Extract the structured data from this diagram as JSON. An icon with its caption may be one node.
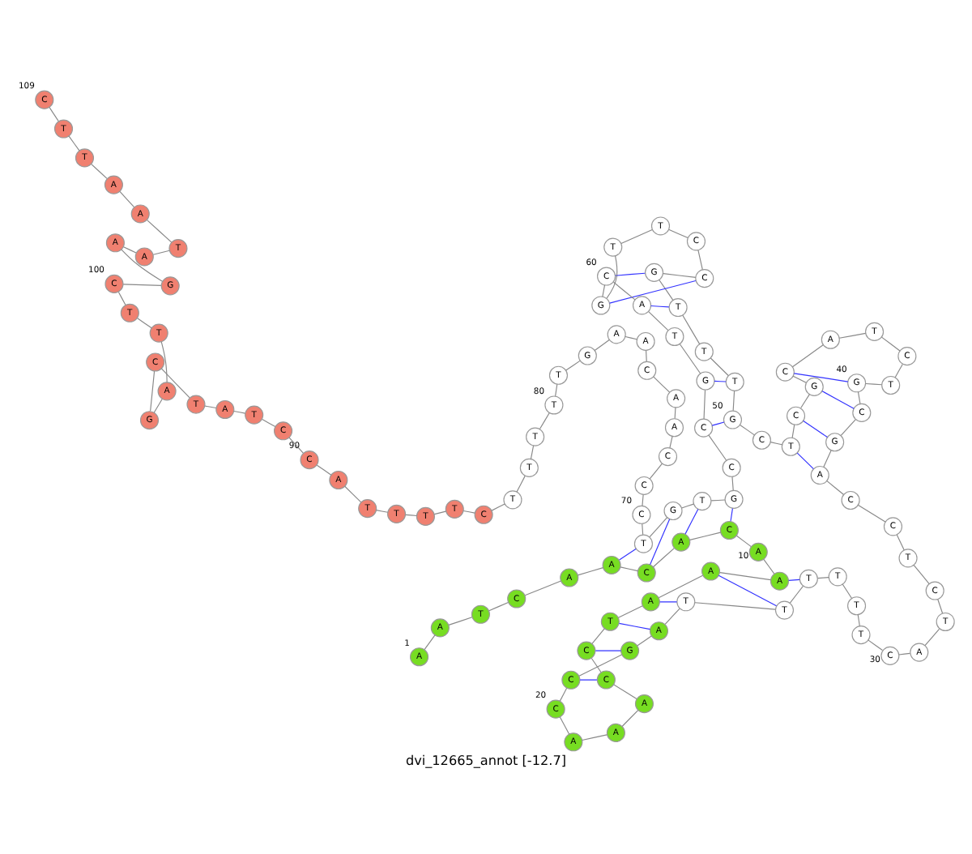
{
  "diagram": {
    "caption": "dvi_12665_annot [-12.7]",
    "nodes": [
      {
        "text": [
          "A"
        ],
        "beside": [
          "1"
        ]
      },
      {
        "text": [
          "A"
        ]
      },
      {
        "text": [
          "T"
        ]
      },
      {
        "text": [
          "C"
        ]
      },
      {
        "text": [
          "A"
        ]
      },
      {
        "text": [
          "A"
        ]
      },
      {
        "text": [
          "C"
        ]
      },
      {
        "text": [
          "A"
        ]
      },
      {
        "text": [
          "C"
        ]
      },
      {
        "text": [
          "A"
        ],
        "beside": [
          "10"
        ]
      },
      {
        "text": [
          "A"
        ]
      },
      {
        "text": [
          "A"
        ]
      },
      {
        "text": [
          "A"
        ]
      },
      {
        "text": [
          "T"
        ]
      },
      {
        "text": [
          "C"
        ]
      },
      {
        "text": [
          "C"
        ]
      },
      {
        "text": [
          "A"
        ]
      },
      {
        "text": [
          "A"
        ]
      },
      {
        "text": [
          "A"
        ]
      },
      {
        "text": [
          "C"
        ],
        "beside": [
          "20"
        ]
      },
      {
        "text": [
          "C"
        ]
      },
      {
        "text": [
          "G"
        ]
      },
      {
        "text": [
          "A"
        ]
      },
      {
        "text": [
          "T"
        ]
      },
      {
        "text": [
          "T"
        ]
      },
      {
        "text": [
          "T"
        ]
      },
      {
        "text": [
          "T"
        ]
      },
      {
        "text": [
          "T"
        ]
      },
      {
        "text": [
          "T"
        ]
      },
      {
        "text": [
          "C"
        ],
        "beside": [
          "30"
        ]
      },
      {
        "text": [
          "A"
        ]
      },
      {
        "text": [
          "T"
        ]
      },
      {
        "text": [
          "C"
        ]
      },
      {
        "text": [
          "T"
        ]
      },
      {
        "text": [
          "C"
        ]
      },
      {
        "text": [
          "C"
        ]
      },
      {
        "text": [
          "A"
        ]
      },
      {
        "text": [
          "G"
        ]
      },
      {
        "text": [
          "C"
        ]
      },
      {
        "text": [
          "G"
        ],
        "beside": [
          "40"
        ]
      },
      {
        "text": [
          "T"
        ]
      },
      {
        "text": [
          "C"
        ]
      },
      {
        "text": [
          "T"
        ]
      },
      {
        "text": [
          "A"
        ]
      },
      {
        "text": [
          "C"
        ]
      },
      {
        "text": [
          "G"
        ]
      },
      {
        "text": [
          "C"
        ]
      },
      {
        "text": [
          "T"
        ]
      },
      {
        "text": [
          "C"
        ]
      },
      {
        "text": [
          "G"
        ],
        "beside": [
          "50"
        ]
      },
      {
        "text": [
          "T"
        ]
      },
      {
        "text": [
          "T"
        ]
      },
      {
        "text": [
          "T"
        ]
      },
      {
        "text": [
          "G"
        ]
      },
      {
        "text": [
          "C"
        ]
      },
      {
        "text": [
          "C"
        ]
      },
      {
        "text": [
          "T"
        ]
      },
      {
        "text": [
          "T"
        ]
      },
      {
        "text": [
          "G"
        ]
      },
      {
        "text": [
          "C"
        ],
        "beside": [
          "60"
        ]
      },
      {
        "text": [
          "A"
        ]
      },
      {
        "text": [
          "T"
        ]
      },
      {
        "text": [
          "G"
        ]
      },
      {
        "text": [
          "C"
        ]
      },
      {
        "text": [
          "C"
        ]
      },
      {
        "text": [
          "G"
        ]
      },
      {
        "text": [
          "T"
        ]
      },
      {
        "text": [
          "G"
        ]
      },
      {
        "text": [
          "T"
        ]
      },
      {
        "text": [
          "C"
        ],
        "beside": [
          "70"
        ]
      },
      {
        "text": [
          "C"
        ]
      },
      {
        "text": [
          "C"
        ]
      },
      {
        "text": [
          "A"
        ]
      },
      {
        "text": [
          "A"
        ]
      },
      {
        "text": [
          "C"
        ]
      },
      {
        "text": [
          "A"
        ]
      },
      {
        "text": [
          "A"
        ]
      },
      {
        "text": [
          "G"
        ]
      },
      {
        "text": [
          "T"
        ]
      },
      {
        "text": [
          "T"
        ],
        "beside": [
          "80"
        ]
      },
      {
        "text": [
          "T"
        ]
      },
      {
        "text": [
          "T"
        ]
      },
      {
        "text": [
          "T"
        ]
      },
      {
        "text": [
          "C"
        ]
      },
      {
        "text": [
          "T"
        ]
      },
      {
        "text": [
          "T"
        ]
      },
      {
        "text": [
          "T"
        ]
      },
      {
        "text": [
          "T"
        ]
      },
      {
        "text": [
          "A"
        ]
      },
      {
        "text": [
          "C"
        ],
        "beside": [
          "90"
        ]
      },
      {
        "text": [
          "C"
        ]
      },
      {
        "text": [
          "T"
        ]
      },
      {
        "text": [
          "A"
        ]
      },
      {
        "text": [
          "T"
        ]
      },
      {
        "text": [
          "C"
        ]
      },
      {
        "text": [
          "G"
        ]
      },
      {
        "text": [
          "A"
        ]
      },
      {
        "text": [
          "T"
        ]
      },
      {
        "text": [
          "T"
        ]
      },
      {
        "text": [
          "C"
        ],
        "beside": [
          "100"
        ]
      },
      {
        "text": [
          "G"
        ]
      },
      {
        "text": [
          "A"
        ]
      },
      {
        "text": [
          "A"
        ]
      },
      {
        "text": [
          "T"
        ]
      },
      {
        "text": [
          "A"
        ]
      },
      {
        "text": [
          "A"
        ]
      },
      {
        "text": [
          "T"
        ]
      },
      {
        "text": [
          "T"
        ]
      },
      {
        "text": [
          "C"
        ],
        "beside": [
          "109"
        ]
      }
    ],
    "edges": [
      {
        "from": 0,
        "to": 1,
        "arrow": "none"
      },
      {
        "from": 1,
        "to": 2,
        "arrow": "none"
      },
      {
        "from": 2,
        "to": 3,
        "arrow": "none"
      },
      {
        "from": 3,
        "to": 4,
        "arrow": "none"
      },
      {
        "from": 4,
        "to": 5,
        "arrow": "none"
      },
      {
        "from": 5,
        "to": 6,
        "arrow": "none"
      },
      {
        "from": 6,
        "to": 7,
        "arrow": "none"
      },
      {
        "from": 7,
        "to": 8,
        "arrow": "none"
      },
      {
        "from": 8,
        "to": 9,
        "arrow": "none"
      },
      {
        "from": 9,
        "to": 10,
        "arrow": "none"
      },
      {
        "from": 10,
        "to": 11,
        "arrow": "none"
      },
      {
        "from": 11,
        "to": 12,
        "arrow": "none"
      },
      {
        "from": 12,
        "to": 13,
        "arrow": "none"
      },
      {
        "from": 13,
        "to": 14,
        "arrow": "none"
      },
      {
        "from": 14,
        "to": 15,
        "arrow": "none"
      },
      {
        "from": 15,
        "to": 16,
        "arrow": "none"
      },
      {
        "from": 16,
        "to": 17,
        "arrow": "none"
      },
      {
        "from": 17,
        "to": 18,
        "arrow": "none"
      },
      {
        "from": 18,
        "to": 19,
        "arrow": "none"
      },
      {
        "from": 19,
        "to": 20,
        "arrow": "none"
      },
      {
        "from": 20,
        "to": 21,
        "arrow": "none"
      },
      {
        "from": 21,
        "to": 22,
        "arrow": "none"
      },
      {
        "from": 22,
        "to": 23,
        "arrow": "none"
      },
      {
        "from": 23,
        "to": 24,
        "arrow": "none"
      },
      {
        "from": 24,
        "to": 25,
        "arrow": "none"
      },
      {
        "from": 25,
        "to": 26,
        "arrow": "none"
      },
      {
        "from": 26,
        "to": 27,
        "arrow": "none"
      },
      {
        "from": 27,
        "to": 28,
        "arrow": "none"
      },
      {
        "from": 28,
        "to": 29,
        "arrow": "none"
      },
      {
        "from": 29,
        "to": 30,
        "arrow": "none"
      },
      {
        "from": 30,
        "to": 31,
        "arrow": "none"
      },
      {
        "from": 31,
        "to": 32,
        "arrow": "none"
      },
      {
        "from": 32,
        "to": 33,
        "arrow": "none"
      },
      {
        "from": 33,
        "to": 34,
        "arrow": "none"
      },
      {
        "from": 34,
        "to": 35,
        "arrow": "none"
      },
      {
        "from": 35,
        "to": 36,
        "arrow": "none"
      },
      {
        "from": 36,
        "to": 37,
        "arrow": "none"
      },
      {
        "from": 37,
        "to": 38,
        "arrow": "none"
      },
      {
        "from": 38,
        "to": 39,
        "arrow": "none"
      },
      {
        "from": 39,
        "to": 40,
        "arrow": "none"
      },
      {
        "from": 40,
        "to": 41,
        "arrow": "none"
      },
      {
        "from": 41,
        "to": 42,
        "arrow": "none"
      },
      {
        "from": 42,
        "to": 43,
        "arrow": "none"
      },
      {
        "from": 43,
        "to": 44,
        "arrow": "none"
      },
      {
        "from": 44,
        "to": 45,
        "arrow": "none"
      },
      {
        "from": 45,
        "to": 46,
        "arrow": "none"
      },
      {
        "from": 46,
        "to": 47,
        "arrow": "none"
      },
      {
        "from": 47,
        "to": 48,
        "arrow": "none"
      },
      {
        "from": 48,
        "to": 49,
        "arrow": "none"
      },
      {
        "from": 49,
        "to": 50,
        "arrow": "none"
      },
      {
        "from": 50,
        "to": 51,
        "arrow": "none"
      },
      {
        "from": 51,
        "to": 52,
        "arrow": "none"
      },
      {
        "from": 52,
        "to": 53,
        "arrow": "none"
      },
      {
        "from": 53,
        "to": 54,
        "arrow": "none"
      },
      {
        "from": 54,
        "to": 55,
        "arrow": "none"
      },
      {
        "from": 55,
        "to": 56,
        "arrow": "none"
      },
      {
        "from": 56,
        "to": 57,
        "arrow": "none"
      },
      {
        "from": 57,
        "to": 58,
        "arrow": "none"
      },
      {
        "from": 58,
        "to": 59,
        "arrow": "none"
      },
      {
        "from": 59,
        "to": 60,
        "arrow": "none"
      },
      {
        "from": 60,
        "to": 61,
        "arrow": "none"
      },
      {
        "from": 61,
        "to": 62,
        "arrow": "none"
      },
      {
        "from": 62,
        "to": 63,
        "arrow": "none"
      },
      {
        "from": 63,
        "to": 64,
        "arrow": "none"
      },
      {
        "from": 64,
        "to": 65,
        "arrow": "none"
      },
      {
        "from": 65,
        "to": 66,
        "arrow": "none"
      },
      {
        "from": 66,
        "to": 67,
        "arrow": "none"
      },
      {
        "from": 67,
        "to": 68,
        "arrow": "none"
      },
      {
        "from": 68,
        "to": 69,
        "arrow": "none"
      },
      {
        "from": 69,
        "to": 70,
        "arrow": "none"
      },
      {
        "from": 70,
        "to": 71,
        "arrow": "none"
      },
      {
        "from": 71,
        "to": 72,
        "arrow": "none"
      },
      {
        "from": 72,
        "to": 73,
        "arrow": "none"
      },
      {
        "from": 73,
        "to": 74,
        "arrow": "none"
      },
      {
        "from": 74,
        "to": 75,
        "arrow": "none"
      },
      {
        "from": 75,
        "to": 76,
        "arrow": "none"
      },
      {
        "from": 76,
        "to": 77,
        "arrow": "none"
      },
      {
        "from": 77,
        "to": 78,
        "arrow": "none"
      },
      {
        "from": 78,
        "to": 79,
        "arrow": "none"
      },
      {
        "from": 79,
        "to": 80,
        "arrow": "none"
      },
      {
        "from": 80,
        "to": 81,
        "arrow": "none"
      },
      {
        "from": 81,
        "to": 82,
        "arrow": "none"
      },
      {
        "from": 82,
        "to": 83,
        "arrow": "none"
      },
      {
        "from": 83,
        "to": 84,
        "arrow": "none"
      },
      {
        "from": 84,
        "to": 85,
        "arrow": "none"
      },
      {
        "from": 85,
        "to": 86,
        "arrow": "none"
      },
      {
        "from": 86,
        "to": 87,
        "arrow": "none"
      },
      {
        "from": 87,
        "to": 88,
        "arrow": "none"
      },
      {
        "from": 88,
        "to": 89,
        "arrow": "none"
      },
      {
        "from": 89,
        "to": 90,
        "arrow": "none"
      },
      {
        "from": 90,
        "to": 91,
        "arrow": "none"
      },
      {
        "from": 91,
        "to": 92,
        "arrow": "none"
      },
      {
        "from": 92,
        "to": 93,
        "arrow": "none"
      },
      {
        "from": 93,
        "to": 94,
        "arrow": "none"
      },
      {
        "from": 94,
        "to": 95,
        "arrow": "none"
      },
      {
        "from": 95,
        "to": 96,
        "arrow": "none"
      },
      {
        "from": 96,
        "to": 97,
        "arrow": "none"
      },
      {
        "from": 97,
        "to": 98,
        "arrow": "none"
      },
      {
        "from": 98,
        "to": 99,
        "arrow": "none"
      },
      {
        "from": 99,
        "to": 100,
        "arrow": "none"
      },
      {
        "from": 100,
        "to": 101,
        "arrow": "none"
      },
      {
        "from": 101,
        "to": 102,
        "arrow": "none"
      },
      {
        "from": 102,
        "to": 103,
        "arrow": "none"
      },
      {
        "from": 103,
        "to": 104,
        "arrow": "none"
      },
      {
        "from": 104,
        "to": 105,
        "arrow": "none"
      },
      {
        "from": 105,
        "to": 106,
        "arrow": "none"
      },
      {
        "from": 106,
        "to": 107,
        "arrow": "none"
      },
      {
        "from": 107,
        "to": 108,
        "arrow": "none"
      },
      {
        "from": 10,
        "to": 25,
        "arrow": "none",
        "color": "#3333ff"
      },
      {
        "from": 11,
        "to": 24,
        "arrow": "none",
        "color": "#3333ff"
      },
      {
        "from": 12,
        "to": 23,
        "arrow": "none",
        "color": "#3333ff"
      },
      {
        "from": 13,
        "to": 22,
        "arrow": "none",
        "color": "#3333ff"
      },
      {
        "from": 14,
        "to": 21,
        "arrow": "none",
        "color": "#3333ff"
      },
      {
        "from": 15,
        "to": 20,
        "arrow": "none",
        "color": "#3333ff"
      },
      {
        "from": 36,
        "to": 47,
        "arrow": "none",
        "color": "#3333ff"
      },
      {
        "from": 37,
        "to": 46,
        "arrow": "none",
        "color": "#3333ff"
      },
      {
        "from": 38,
        "to": 45,
        "arrow": "none",
        "color": "#3333ff"
      },
      {
        "from": 39,
        "to": 44,
        "arrow": "none",
        "color": "#3333ff"
      },
      {
        "from": 49,
        "to": 63,
        "arrow": "none",
        "color": "#3333ff"
      },
      {
        "from": 50,
        "to": 62,
        "arrow": "none",
        "color": "#3333ff"
      },
      {
        "from": 52,
        "to": 60,
        "arrow": "none",
        "color": "#3333ff"
      },
      {
        "from": 53,
        "to": 59,
        "arrow": "none",
        "color": "#3333ff"
      },
      {
        "from": 54,
        "to": 58,
        "arrow": "none",
        "color": "#3333ff"
      },
      {
        "from": 5,
        "to": 68,
        "arrow": "none",
        "color": "#3333ff"
      },
      {
        "from": 6,
        "to": 67,
        "arrow": "none",
        "color": "#3333ff"
      },
      {
        "from": 7,
        "to": 66,
        "arrow": "none",
        "color": "#3333ff"
      },
      {
        "from": 8,
        "to": 65,
        "arrow": "none",
        "color": "#3333ff"
      }
    ]
  }
}
